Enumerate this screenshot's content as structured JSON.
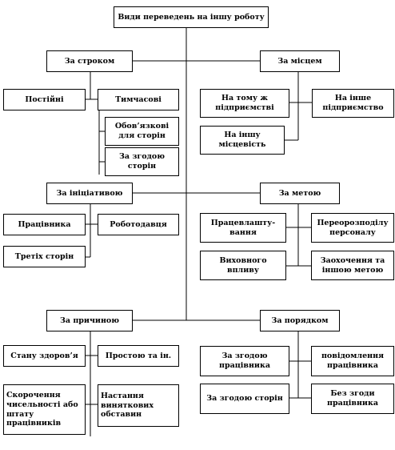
{
  "root": "Види переведень на іншу роботу",
  "term": {
    "label": "За строком",
    "children": [
      "Постійні",
      "Тимчасові"
    ],
    "temporary_children": [
      "Обов’язкові для сторін",
      "За згодою сторін"
    ]
  },
  "place": {
    "label": "За місцем",
    "children": [
      "На тому ж підприємстві",
      "На інше підприємство",
      "На іншу місцевість"
    ]
  },
  "initiative": {
    "label": "За ініціативою",
    "children": [
      "Працівника",
      "Роботодавця",
      "Третіх сторін"
    ]
  },
  "purpose": {
    "label": "За метою",
    "children": [
      "Працевлашту-вання",
      "Переорозподілу персоналу",
      "Виховного впливу",
      "Заохочення та іншою метою"
    ]
  },
  "cause": {
    "label": "За причиною",
    "children": [
      "Стану здоров’я",
      "Простою та ін.",
      "Скорочення чисельності або штату працівників",
      "Настання виняткових обставин"
    ]
  },
  "order": {
    "label": "За порядком",
    "children": [
      "За згодою працівника",
      "повідомлення працівника",
      "За згодою сторін",
      "Без згоди працівника"
    ]
  },
  "colors": {
    "line": "#000000",
    "box_border": "#000000",
    "background": "#ffffff"
  }
}
